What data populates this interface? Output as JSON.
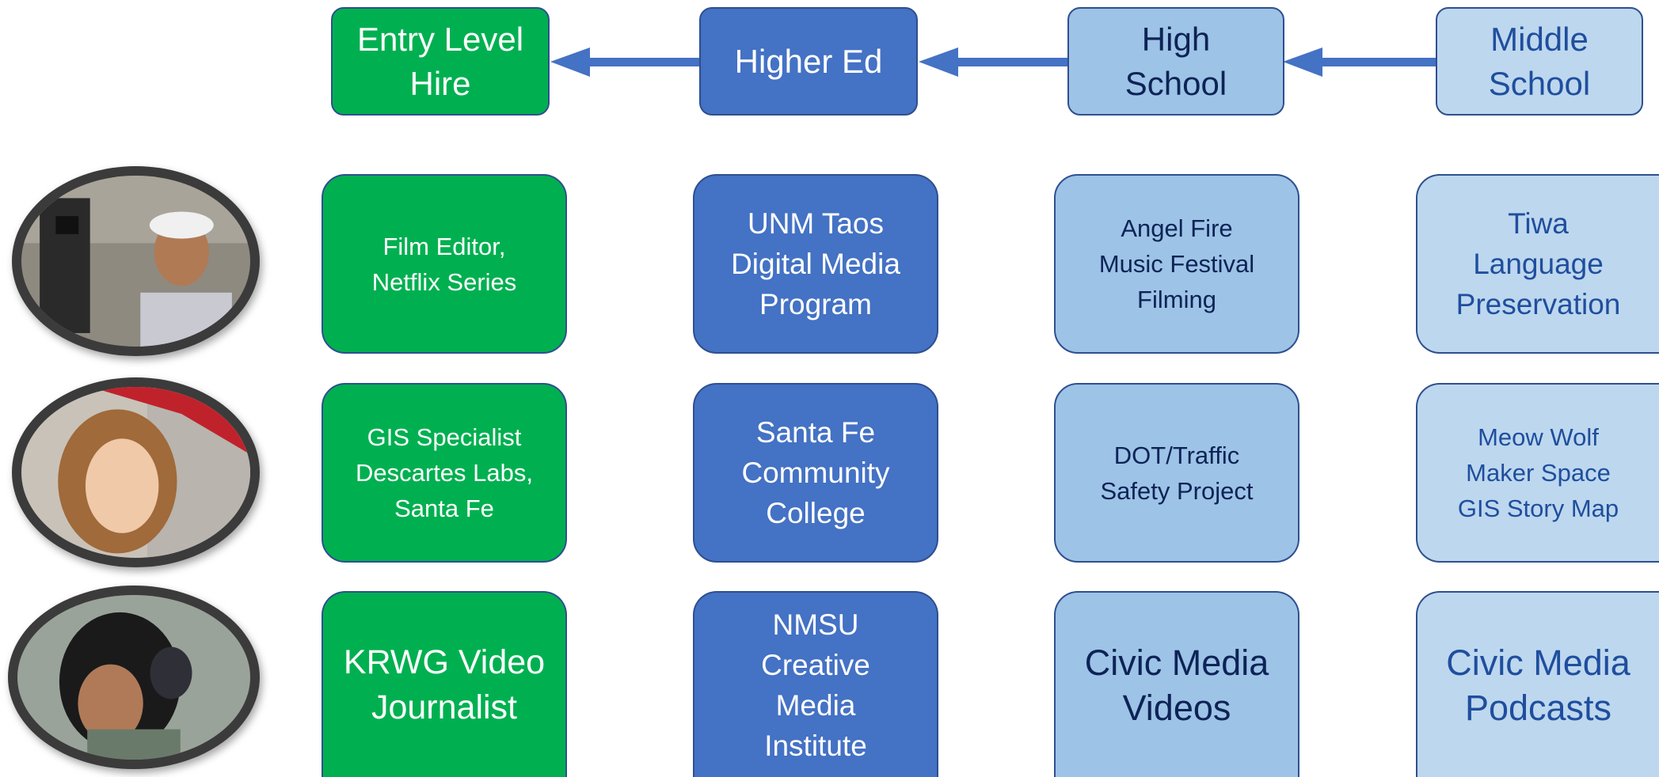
{
  "headers": {
    "entry": "Entry Level\nHire",
    "higher": "Higher Ed",
    "high": "High\nSchool",
    "middle": "Middle\nSchool"
  },
  "rows": [
    {
      "entry": "Film Editor,\nNetflix Series",
      "higher": "UNM Taos\nDigital Media\nProgram",
      "high": "Angel Fire\nMusic Festival\nFilming",
      "middle": "Tiwa\nLanguage\nPreservation"
    },
    {
      "entry": "GIS Specialist\nDescartes Labs,\nSanta Fe",
      "higher": "Santa Fe\nCommunity\nCollege",
      "high": "DOT/Traffic\nSafety Project",
      "middle": "Meow Wolf\nMaker Space\nGIS Story Map"
    },
    {
      "entry": "KRWG Video\nJournalist",
      "higher": "NMSU\nCreative\nMedia\nInstitute",
      "high": "Civic Media\nVideos",
      "middle": "Civic Media\nPodcasts"
    }
  ],
  "colors": {
    "entry": "#00b050",
    "higher": "#4472c4",
    "high": "#9dc3e6",
    "middle": "#bdd7ee",
    "arrow": "#4472c4"
  }
}
